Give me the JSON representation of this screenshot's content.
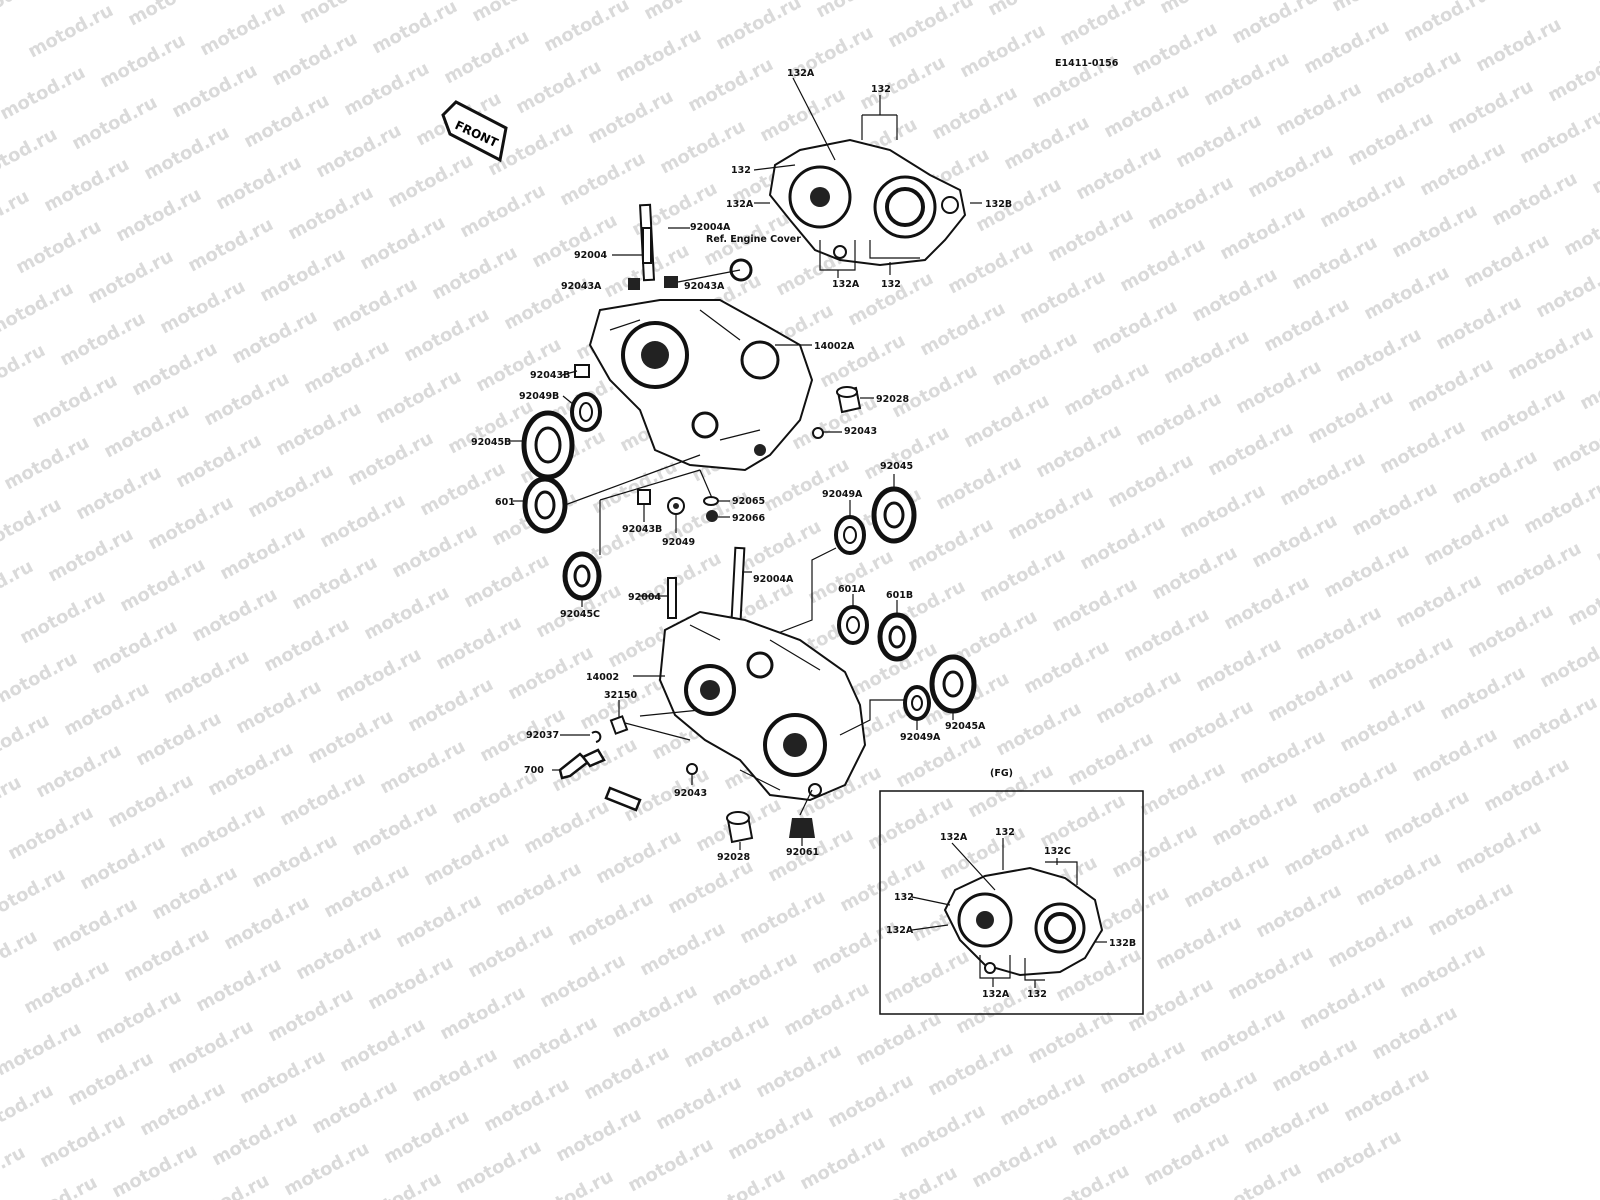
{
  "drawing_code": "E1411-0156",
  "front_label": "FRONT",
  "ref_note": "Ref. Engine Cover",
  "fg_label": "(FG)",
  "watermark_text": "motod.ru",
  "colors": {
    "ink": "#111111",
    "paper": "#ffffff",
    "watermark": "#bdbdbd"
  },
  "labels": {
    "p132A_t": "132A",
    "p132_t": "132",
    "p132_l": "132",
    "p132A_l": "132A",
    "p132B_t": "132B",
    "p132A_b": "132A",
    "p132_b": "132",
    "p92004A_1": "92004A",
    "p92004_1": "92004",
    "p92043A_1": "92043A",
    "p92043A_2": "92043A",
    "p14002A": "14002A",
    "p92043B_1": "92043B",
    "p92049B": "92049B",
    "p92028_1": "92028",
    "p92045B": "92045B",
    "p92043_1": "92043",
    "p601": "601",
    "p92043B_2": "92043B",
    "p92065": "92065",
    "p92066": "92066",
    "p92049": "92049",
    "p92049A_1": "92049A",
    "p92045": "92045",
    "p92045C": "92045C",
    "p92004_2": "92004",
    "p92004A_2": "92004A",
    "p601A": "601A",
    "p601B": "601B",
    "p14002": "14002",
    "p32150": "32150",
    "p92037": "92037",
    "p700": "700",
    "p92043_2": "92043",
    "p92049A_2": "92049A",
    "p92045A": "92045A",
    "p92028_2": "92028",
    "p92061": "92061",
    "fg_132A_t": "132A",
    "fg_132_t": "132",
    "fg_132C": "132C",
    "fg_132_l": "132",
    "fg_132A_l": "132A",
    "fg_132B": "132B",
    "fg_132A_b": "132A",
    "fg_132_b": "132"
  }
}
